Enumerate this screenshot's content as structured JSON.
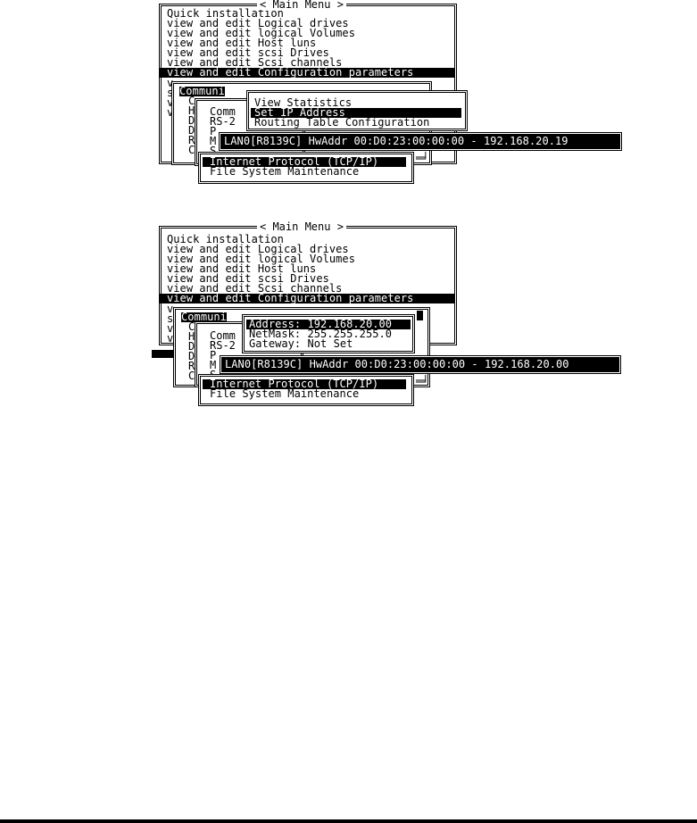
{
  "main_menu": {
    "title": "< Main Menu >",
    "items": [
      "Quick installation",
      "view and edit Logical drives",
      "view and edit logical Volumes",
      "view and edit Host luns",
      "view and edit scsi Drives",
      "view and edit Scsi channels",
      "view and edit Configuration parameters"
    ]
  },
  "config_letters": [
    "v",
    "s",
    "v",
    "v"
  ],
  "config_letters_tall": [
    "v",
    "s",
    "v",
    "v"
  ],
  "comm_menu": {
    "selected": "Communi",
    "letters": [
      "C",
      "H",
      "D",
      "D",
      "R",
      "C"
    ],
    "letters_screen2": [
      "C",
      "H",
      "D",
      "D",
      "R",
      "C"
    ],
    "sub_labels": [
      "Comm",
      "RS-2",
      "P",
      "M",
      "S"
    ],
    "sub_labels_screen1": [
      "Comm",
      "RS-2",
      "P",
      "M",
      "S"
    ]
  },
  "network_menu": {
    "items": [
      "Internet Protocol (TCP/IP)",
      "File System Maintenance"
    ]
  },
  "screen1": {
    "lan_line": "LAN0[R8139C] HwAddr 00:D0:23:00:00:00 - 192.168.20.19",
    "ip_options": [
      "View Statistics",
      "Set IP Address",
      "Routing Table Configuration"
    ]
  },
  "screen2": {
    "lan_line": "LAN0[R8139C] HwAddr 00:D0:23:00:00:00 - 192.168.20.00",
    "ip_fields": [
      "Address: 192.168.20.00",
      "NetMask: 255.255.255.0",
      "Gateway: Not Set"
    ]
  }
}
